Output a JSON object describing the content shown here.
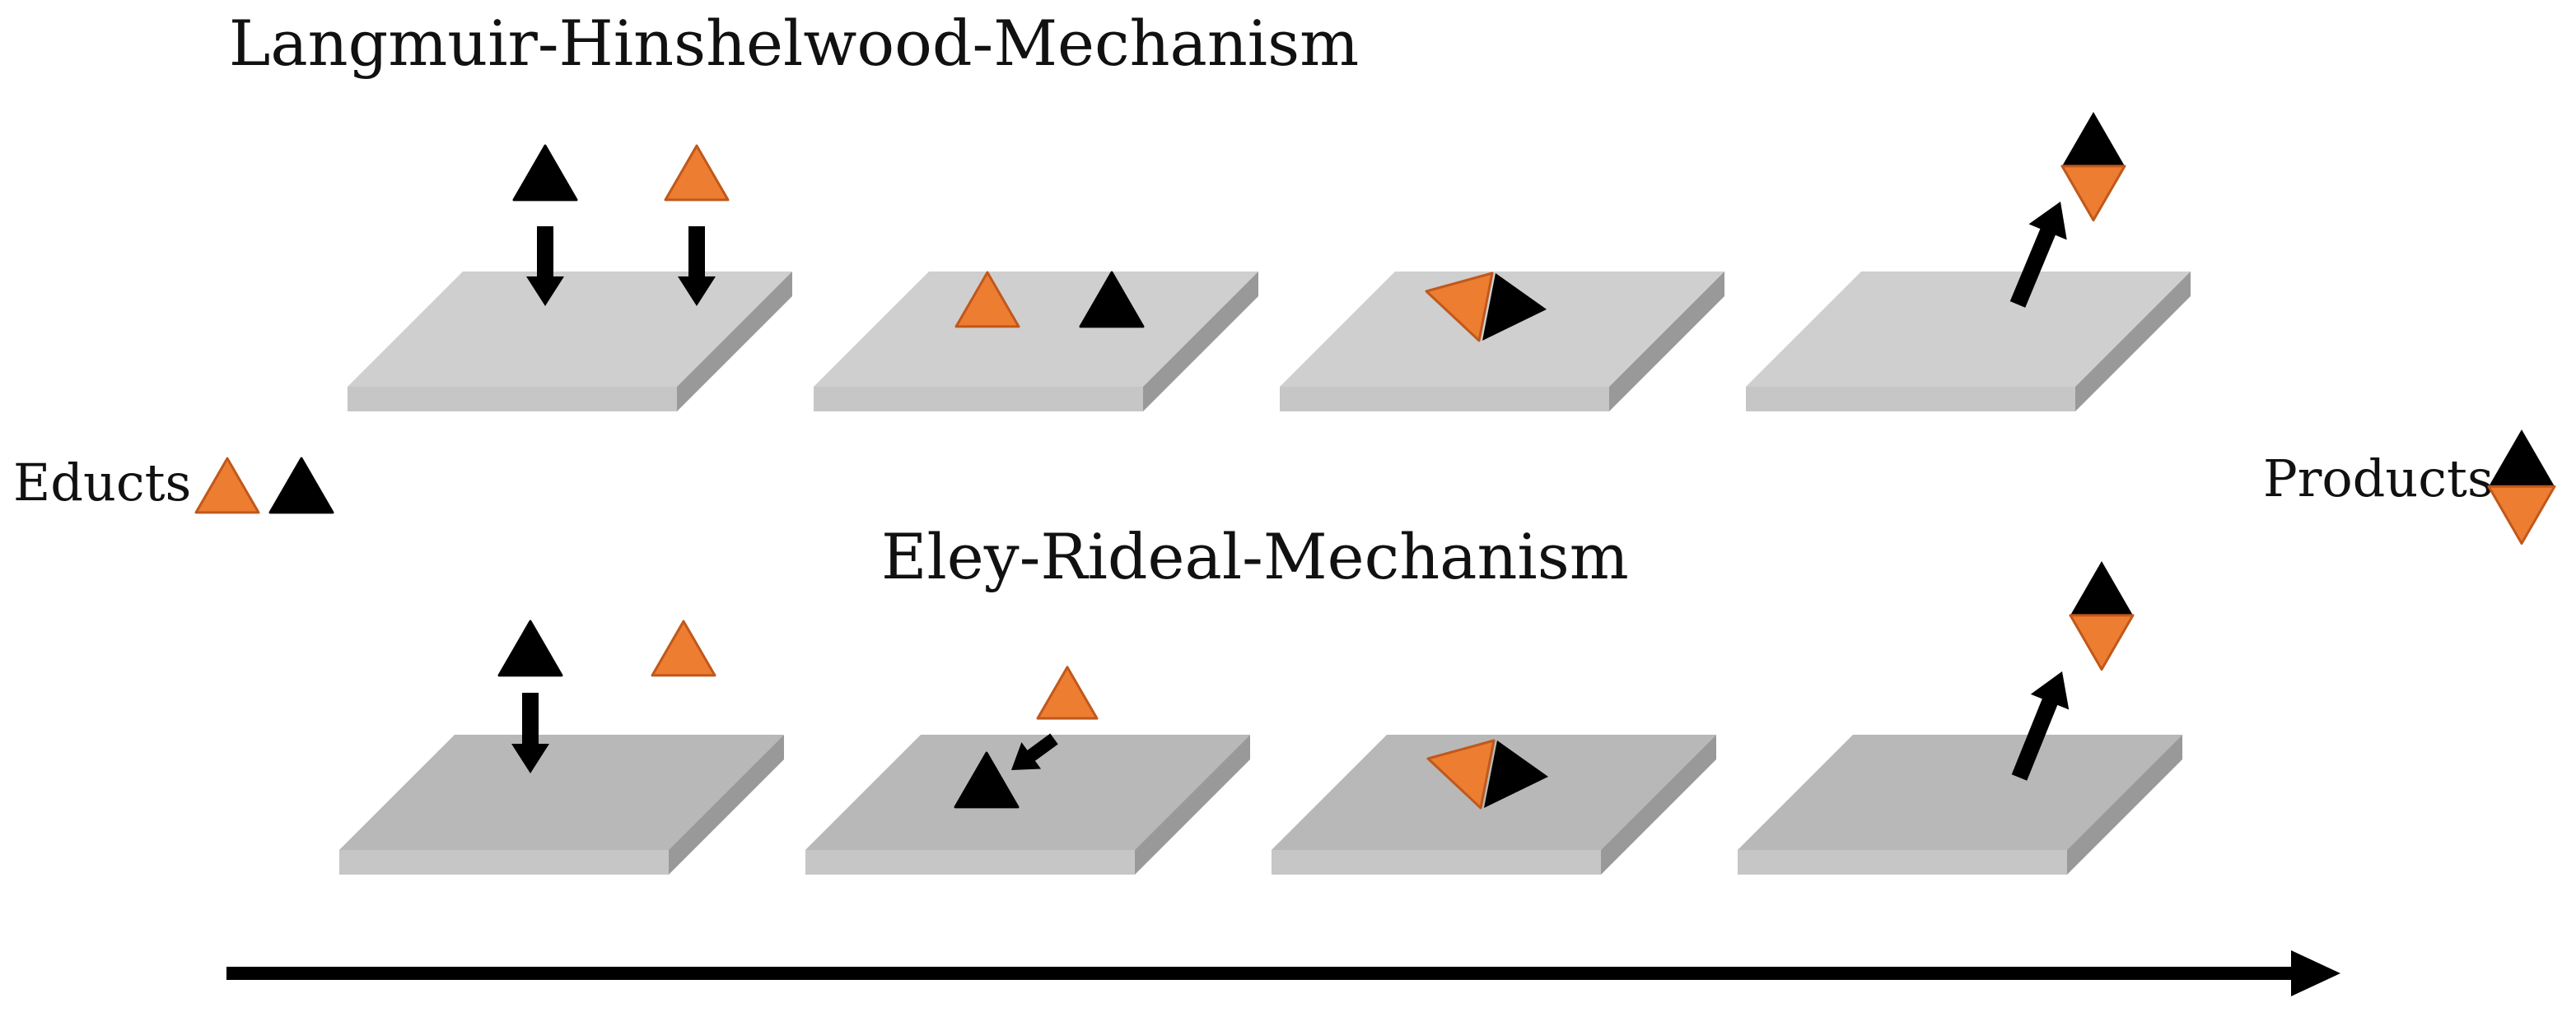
{
  "titles": {
    "langmuir_hinshelwood": "Langmuir-Hinshelwood-Mechanism",
    "eley_rideal": "Eley-Rideal-Mechanism"
  },
  "side_labels": {
    "educts": "Educts",
    "products": "Products"
  },
  "colors": {
    "particle_a": "#000000",
    "particle_b": "#ed7d31",
    "particle_b_edge": "#c0581b",
    "surface_top_lh": "#cfcfcf",
    "surface_top_er": "#b8b8b8",
    "surface_front": "#c6c6c6",
    "surface_side": "#999999",
    "arrow": "#000000"
  }
}
